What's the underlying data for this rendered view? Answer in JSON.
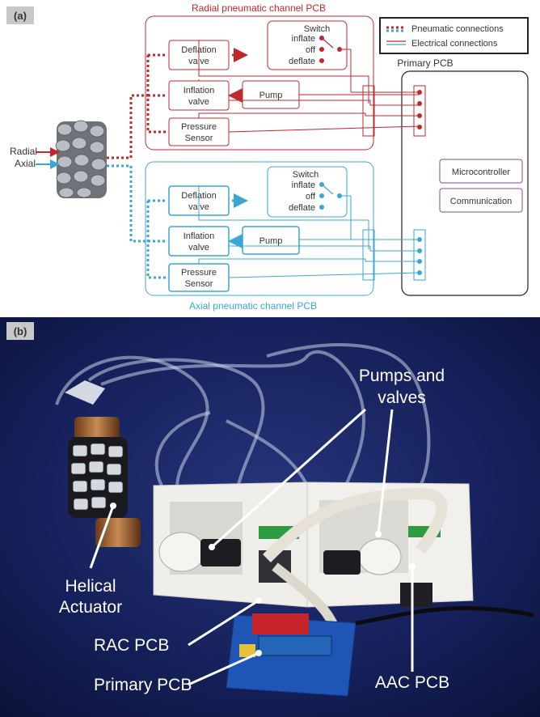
{
  "panel_a": {
    "tag": "(a)",
    "radial_pcb_title": "Radial pneumatic channel PCB",
    "axial_pcb_title": "Axial pneumatic channel PCB",
    "primary_pcb_title": "Primary PCB",
    "legend": {
      "pneumatic": "Pneumatic connections",
      "electrical": "Electrical connections"
    },
    "input_labels": {
      "radial": "Radial",
      "axial": "Axial"
    },
    "radial_channel": {
      "deflation_valve": [
        "Deflation",
        "valve"
      ],
      "inflation_valve": [
        "Inflation",
        "valve"
      ],
      "pump": "Pump",
      "pressure_sensor": [
        "Pressure",
        "Sensor"
      ],
      "switch": {
        "title": "Switch",
        "options": [
          "inflate",
          "off",
          "deflate"
        ]
      }
    },
    "axial_channel": {
      "deflation_valve": [
        "Deflation",
        "valve"
      ],
      "inflation_valve": [
        "Inflation",
        "valve"
      ],
      "pump": "Pump",
      "pressure_sensor": [
        "Pressure",
        "Sensor"
      ],
      "switch": {
        "title": "Switch",
        "options": [
          "inflate",
          "off",
          "deflate"
        ]
      }
    },
    "primary_modules": [
      "Microcontroller",
      "Communication"
    ],
    "colors": {
      "radial": "#c0282d",
      "axial": "#3aa6d6",
      "primary": "#222222",
      "module": "#8a4a9c"
    }
  },
  "panel_b": {
    "tag": "(b)",
    "labels": {
      "pumps_valves": [
        "Pumps and",
        "valves"
      ],
      "helical_actuator": [
        "Helical",
        "Actuator"
      ],
      "rac_pcb": "RAC PCB",
      "primary_pcb": "Primary PCB",
      "aac_pcb": "AAC PCB"
    }
  }
}
